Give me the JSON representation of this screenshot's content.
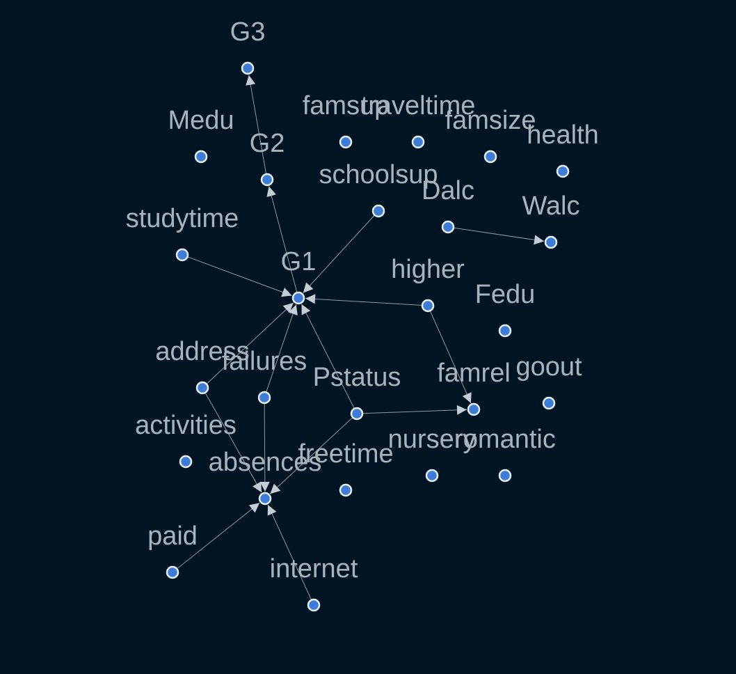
{
  "graph": {
    "colors": {
      "background": "#011423",
      "node_fill": "#3d7dd8",
      "node_stroke": "#e9eef4",
      "edge": "#8f9aa5",
      "label": "#a9b3bc"
    },
    "nodes": [
      {
        "id": "G3",
        "label": "G3"
      },
      {
        "id": "Medu",
        "label": "Medu"
      },
      {
        "id": "G2",
        "label": "G2"
      },
      {
        "id": "famsup",
        "label": "famsup"
      },
      {
        "id": "traveltime",
        "label": "traveltime"
      },
      {
        "id": "famsize",
        "label": "famsize"
      },
      {
        "id": "health",
        "label": "health"
      },
      {
        "id": "schoolsup",
        "label": "schoolsup"
      },
      {
        "id": "Dalc",
        "label": "Dalc"
      },
      {
        "id": "Walc",
        "label": "Walc"
      },
      {
        "id": "studytime",
        "label": "studytime"
      },
      {
        "id": "G1",
        "label": "G1"
      },
      {
        "id": "higher",
        "label": "higher"
      },
      {
        "id": "Fedu",
        "label": "Fedu"
      },
      {
        "id": "address",
        "label": "address"
      },
      {
        "id": "failures",
        "label": "failures"
      },
      {
        "id": "Pstatus",
        "label": "Pstatus"
      },
      {
        "id": "famrel",
        "label": "famrel"
      },
      {
        "id": "goout",
        "label": "goout"
      },
      {
        "id": "activities",
        "label": "activities"
      },
      {
        "id": "absences",
        "label": "absences"
      },
      {
        "id": "freetime",
        "label": "freetime"
      },
      {
        "id": "nursery",
        "label": "nursery"
      },
      {
        "id": "romantic",
        "label": "romantic"
      },
      {
        "id": "paid",
        "label": "paid"
      },
      {
        "id": "internet",
        "label": "internet"
      }
    ],
    "edges": [
      {
        "from": "G2",
        "to": "G3"
      },
      {
        "from": "G1",
        "to": "G2"
      },
      {
        "from": "schoolsup",
        "to": "G1"
      },
      {
        "from": "studytime",
        "to": "G1"
      },
      {
        "from": "higher",
        "to": "G1"
      },
      {
        "from": "address",
        "to": "G1"
      },
      {
        "from": "failures",
        "to": "G1"
      },
      {
        "from": "Pstatus",
        "to": "G1"
      },
      {
        "from": "Dalc",
        "to": "Walc"
      },
      {
        "from": "higher",
        "to": "famrel"
      },
      {
        "from": "Pstatus",
        "to": "famrel"
      },
      {
        "from": "address",
        "to": "absences"
      },
      {
        "from": "failures",
        "to": "absences"
      },
      {
        "from": "Pstatus",
        "to": "absences"
      },
      {
        "from": "paid",
        "to": "absences"
      },
      {
        "from": "internet",
        "to": "absences"
      }
    ]
  }
}
